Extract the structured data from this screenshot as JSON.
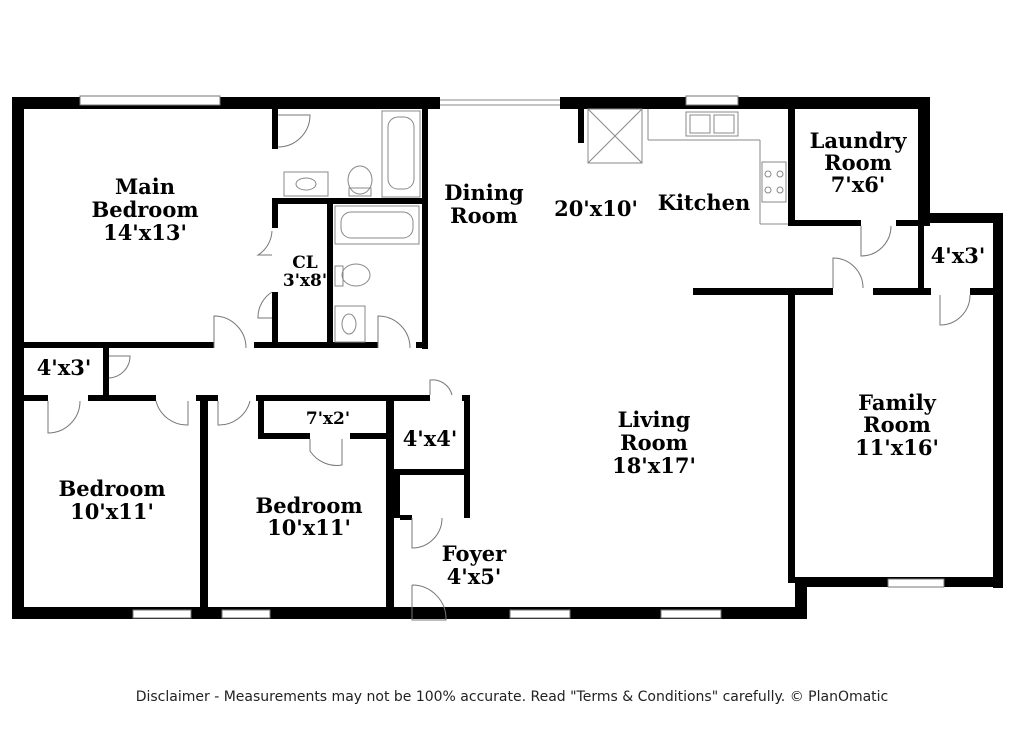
{
  "rooms": {
    "main_bedroom": {
      "name_1": "Main",
      "name_2": "Bedroom",
      "size": "14'x13'"
    },
    "closet": {
      "name": "CL",
      "size": "3'x8'"
    },
    "dining_room": {
      "name_1": "Dining",
      "name_2": "Room"
    },
    "dining_kitchen_size": "20'x10'",
    "kitchen": {
      "name": "Kitchen"
    },
    "laundry": {
      "name_1": "Laundry",
      "name_2": "Room",
      "size": "7'x6'"
    },
    "closet_ne": {
      "size": "4'x3'"
    },
    "closet_w": {
      "size": "4'x3'"
    },
    "closet_7x2": {
      "size": "7'x2'"
    },
    "closet_4x4": {
      "size": "4'x4'"
    },
    "living_room": {
      "name_1": "Living",
      "name_2": "Room",
      "size": "18'x17'"
    },
    "family_room": {
      "name_1": "Family",
      "name_2": "Room",
      "size": "11'x16'"
    },
    "bedroom_1": {
      "name": "Bedroom",
      "size": "10'x11'"
    },
    "bedroom_2": {
      "name": "Bedroom",
      "size": "10'x11'"
    },
    "foyer": {
      "name": "Foyer",
      "size": "4'x5'"
    }
  },
  "disclaimer": "Disclaimer - Measurements may not be 100% accurate. Read \"Terms & Conditions\" carefully. © PlanOmatic"
}
